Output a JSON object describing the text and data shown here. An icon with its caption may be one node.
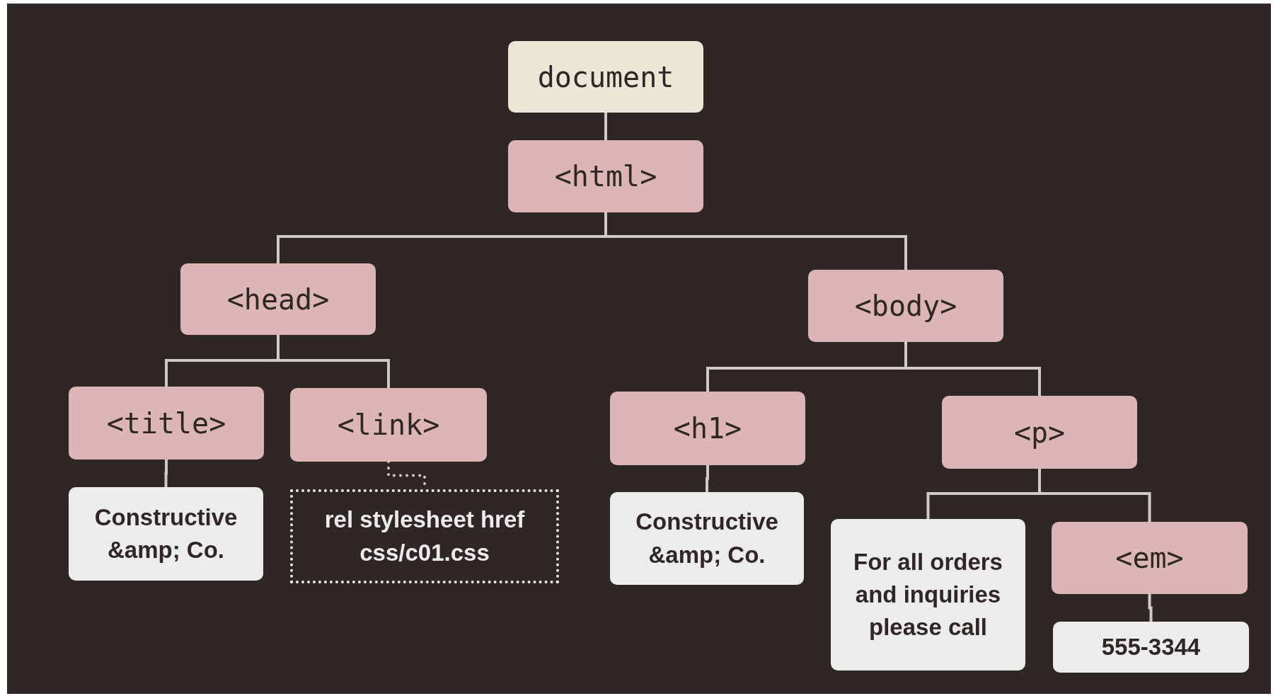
{
  "diagram": {
    "nodes": [
      {
        "text": [
          "document"
        ]
      },
      {
        "text": [
          "<html>"
        ]
      },
      {
        "text": [
          "<head>"
        ]
      },
      {
        "text": [
          "<body>"
        ]
      },
      {
        "text": [
          "<title>"
        ]
      },
      {
        "text": [
          "<link>"
        ]
      },
      {
        "text": [
          "<h1>"
        ]
      },
      {
        "text": [
          "<p>"
        ]
      },
      {
        "text": [
          "Constructive &amp; Co."
        ]
      },
      {
        "text": [
          "rel stylesheet href css/c01.css"
        ]
      },
      {
        "text": [
          "Constructive &amp; Co."
        ]
      },
      {
        "text": [
          "For all orders and inquiries please call"
        ]
      },
      {
        "text": [
          "<em>"
        ]
      },
      {
        "text": [
          "555-3344"
        ]
      }
    ],
    "edges": [
      {
        "from": 0,
        "to": 1,
        "arrow": "none"
      },
      {
        "from": 1,
        "to": 2,
        "arrow": "none"
      },
      {
        "from": 1,
        "to": 3,
        "arrow": "none"
      },
      {
        "from": 2,
        "to": 4,
        "arrow": "none"
      },
      {
        "from": 2,
        "to": 5,
        "arrow": "none"
      },
      {
        "from": 3,
        "to": 6,
        "arrow": "none"
      },
      {
        "from": 3,
        "to": 7,
        "arrow": "none"
      },
      {
        "from": 4,
        "to": 8,
        "arrow": "none"
      },
      {
        "from": 5,
        "to": 9,
        "arrow": "none",
        "style": "dashed"
      },
      {
        "from": 6,
        "to": 10,
        "arrow": "none"
      },
      {
        "from": 7,
        "to": 11,
        "arrow": "none"
      },
      {
        "from": 7,
        "to": 12,
        "arrow": "none"
      },
      {
        "from": 12,
        "to": 13,
        "arrow": "none"
      }
    ]
  }
}
